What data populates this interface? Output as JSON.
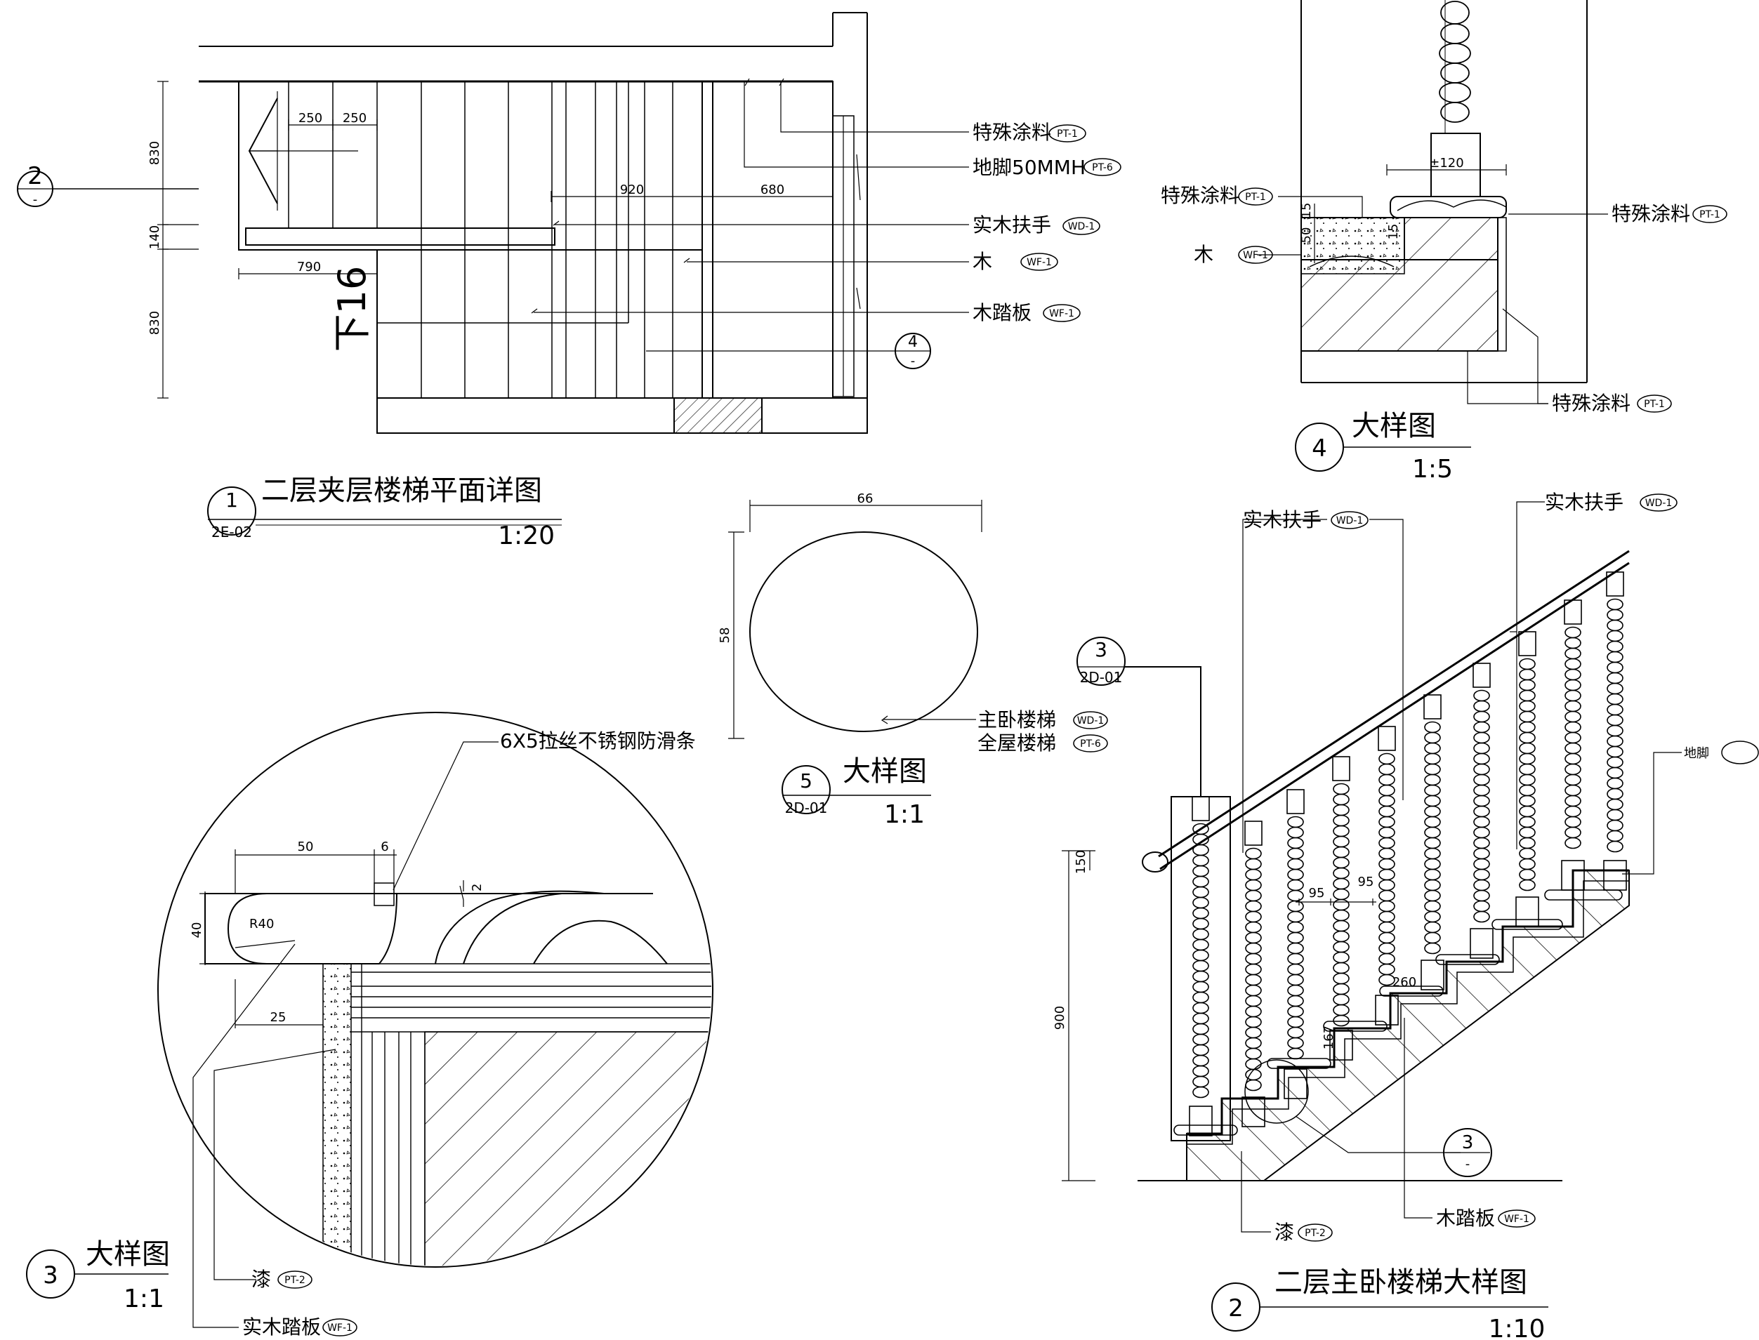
{
  "drawing_1": {
    "marker_num": "1",
    "marker_ref": "2E-02",
    "title": "二层夹层楼梯平面详图",
    "scale": "1:20",
    "section_mark": {
      "num": "2",
      "sub": "-"
    },
    "detail_mark": {
      "num": "4",
      "sub": "-"
    },
    "down_label": "下16",
    "dims": {
      "tread_a": "250",
      "tread_b": "250",
      "w920": "920",
      "w680": "680",
      "w790": "790",
      "h830_top": "830",
      "h140": "140",
      "h830_bottom": "830"
    },
    "callouts": [
      {
        "text": "特殊涂料",
        "tag": "PT-1"
      },
      {
        "text": "地脚50MMH",
        "tag": "PT-6"
      },
      {
        "text": "实木扶手",
        "tag": "WD-1"
      },
      {
        "text": "木",
        "tag": "WF-1"
      },
      {
        "text": "木踏板",
        "tag": "WF-1"
      }
    ]
  },
  "drawing_4": {
    "marker_num": "4",
    "title": "大样图",
    "scale": "1:5",
    "dims": {
      "w120": "±120",
      "a": "15",
      "b": "50",
      "c": "15"
    },
    "callouts": [
      {
        "text": "特殊涂料",
        "tag": "PT-1"
      },
      {
        "text": "木",
        "tag": "WF-1"
      },
      {
        "text": "特殊涂料",
        "tag": "PT-1"
      },
      {
        "text": "特殊涂料",
        "tag": "PT-1"
      }
    ]
  },
  "drawing_5": {
    "marker_num": "5",
    "marker_ref": "2D-01",
    "title": "大样图",
    "scale": "1:1",
    "dims": {
      "width": "66",
      "height": "58"
    },
    "callouts": [
      {
        "text": "主卧楼梯",
        "tag": "WD-1"
      },
      {
        "text": "全屋楼梯",
        "tag": "PT-6"
      }
    ]
  },
  "drawing_3": {
    "marker_num": "3",
    "title": "大样图",
    "scale": "1:1",
    "dims": {
      "d50": "50",
      "d6": "6",
      "d2": "2",
      "d40": "40",
      "r40": "R40",
      "d25": "25"
    },
    "callouts": [
      {
        "text": "6X5拉丝不锈钢防滑条",
        "tag": ""
      },
      {
        "text": "漆",
        "tag": "PT-2"
      },
      {
        "text": "实木踏板",
        "tag": "WF-1"
      }
    ]
  },
  "drawing_2": {
    "marker_num": "2",
    "title": "二层主卧楼梯大样图",
    "scale": "1:10",
    "detail_ref": {
      "num": "3",
      "ref": "2D-01"
    },
    "section_mark": {
      "num": "3",
      "sub": "-"
    },
    "dims": {
      "h900": "900",
      "h150": "150",
      "p95a": "95",
      "p95b": "95",
      "t260": "260",
      "r167": "167"
    },
    "callouts": [
      {
        "text": "实木扶手",
        "tag": "WD-1"
      },
      {
        "text": "实木扶手",
        "tag": "WD-1"
      },
      {
        "text": "地脚",
        "tag": ""
      },
      {
        "text": "漆",
        "tag": "PT-2"
      },
      {
        "text": "木踏板",
        "tag": "WF-1"
      }
    ]
  }
}
